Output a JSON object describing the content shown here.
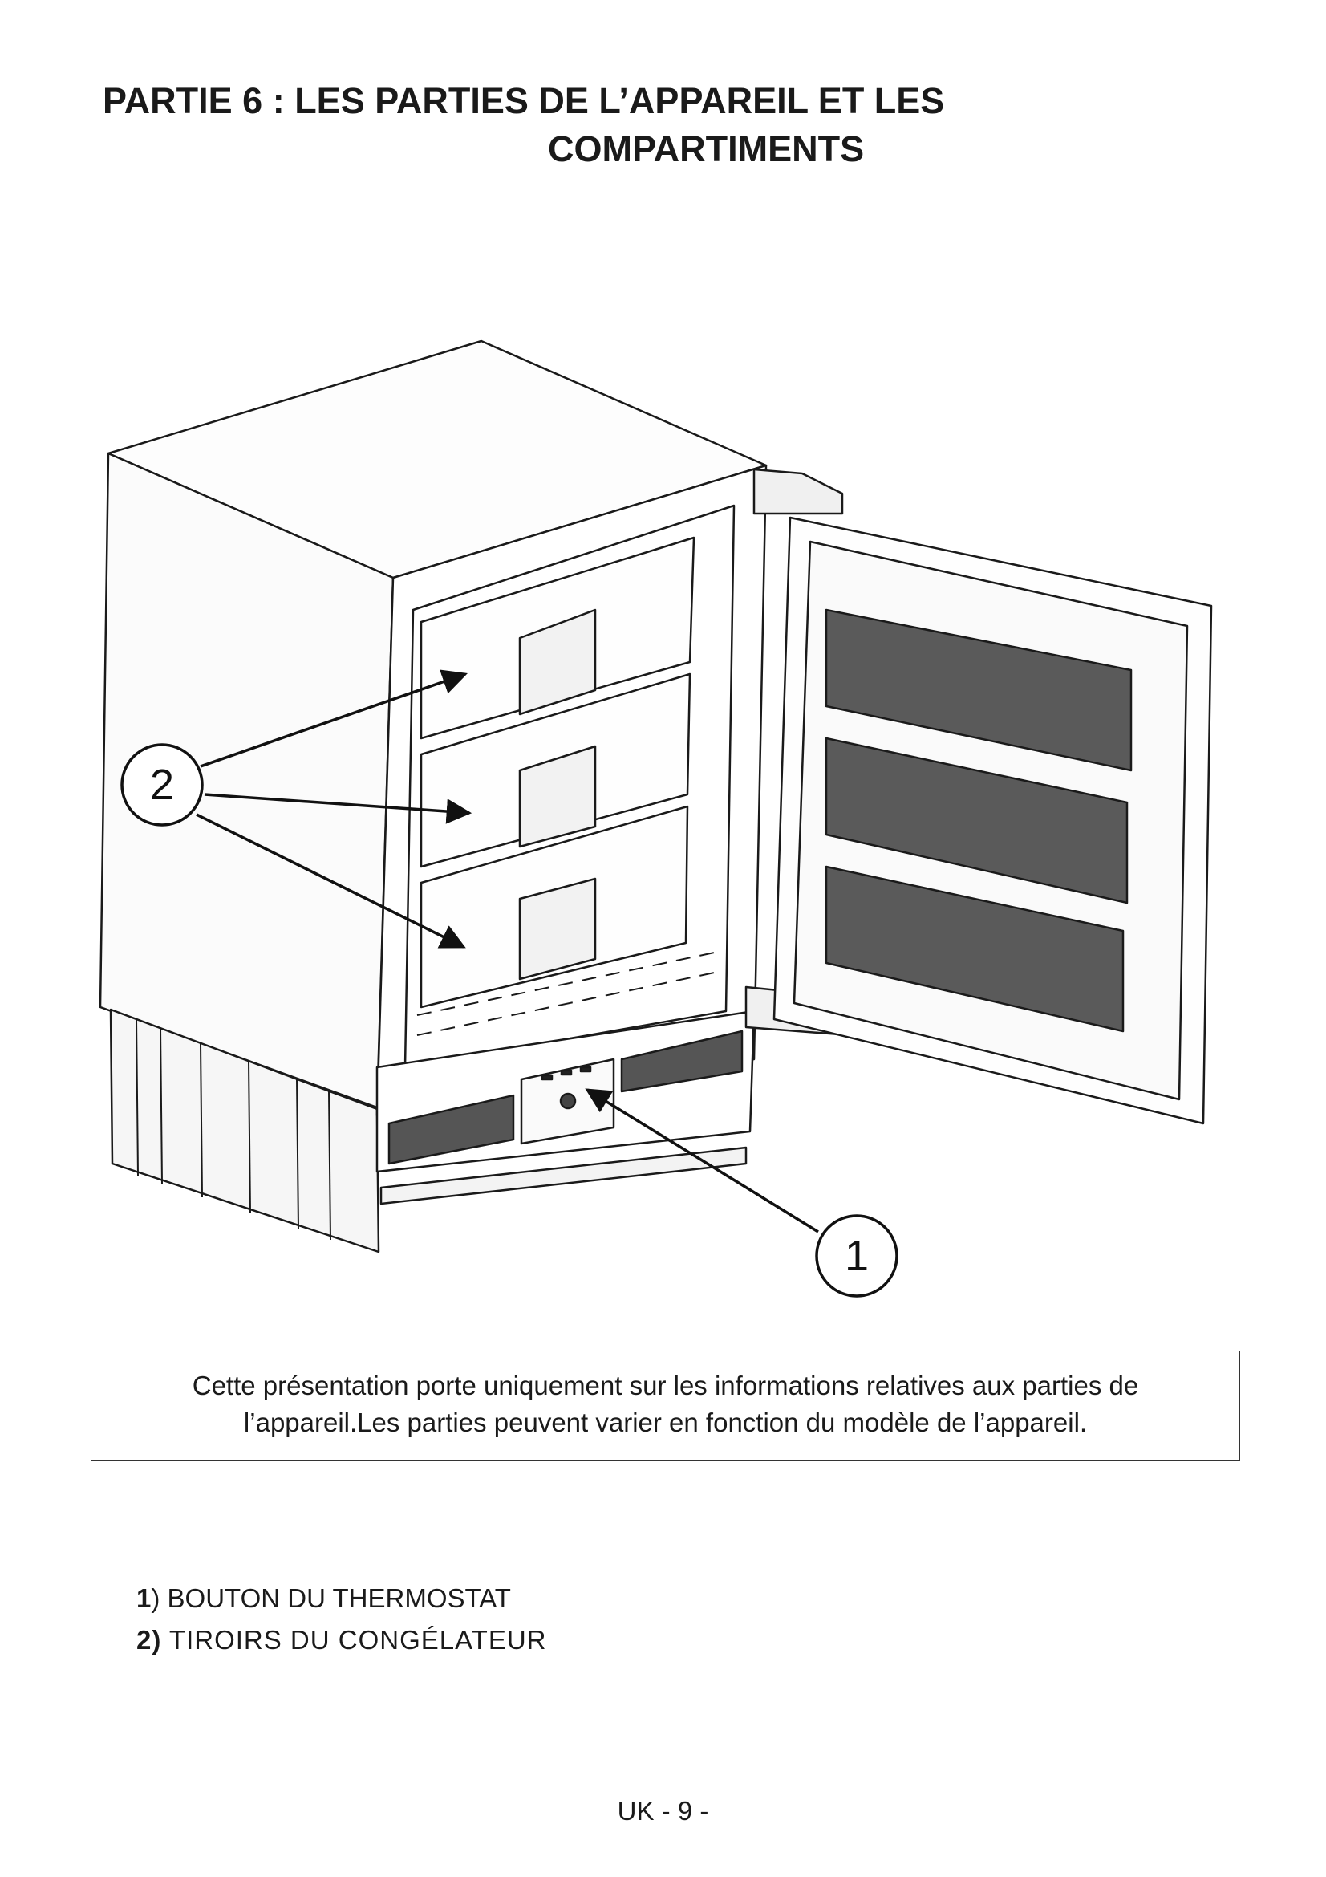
{
  "header": {
    "title_line1": "PARTIE 6 : LES PARTIES DE L’APPAREIL ET LES",
    "title_line2": "COMPARTIMENTS"
  },
  "figure": {
    "callout_1": "1",
    "callout_2": "2"
  },
  "note": {
    "line1": "Cette présentation porte uniquement sur les informations relatives aux parties de",
    "line2": "l’appareil.Les parties peuvent varier en fonction du modèle de l’appareil."
  },
  "legend": {
    "items": [
      {
        "number": "1",
        "paren": ")",
        "label": " BOUTON DU THERMOSTAT"
      },
      {
        "number": "2)",
        "paren": "",
        "label": " TIROIRS DU CONGÉLATEUR"
      }
    ]
  },
  "footer": {
    "page_number": "UK - 9 -"
  }
}
